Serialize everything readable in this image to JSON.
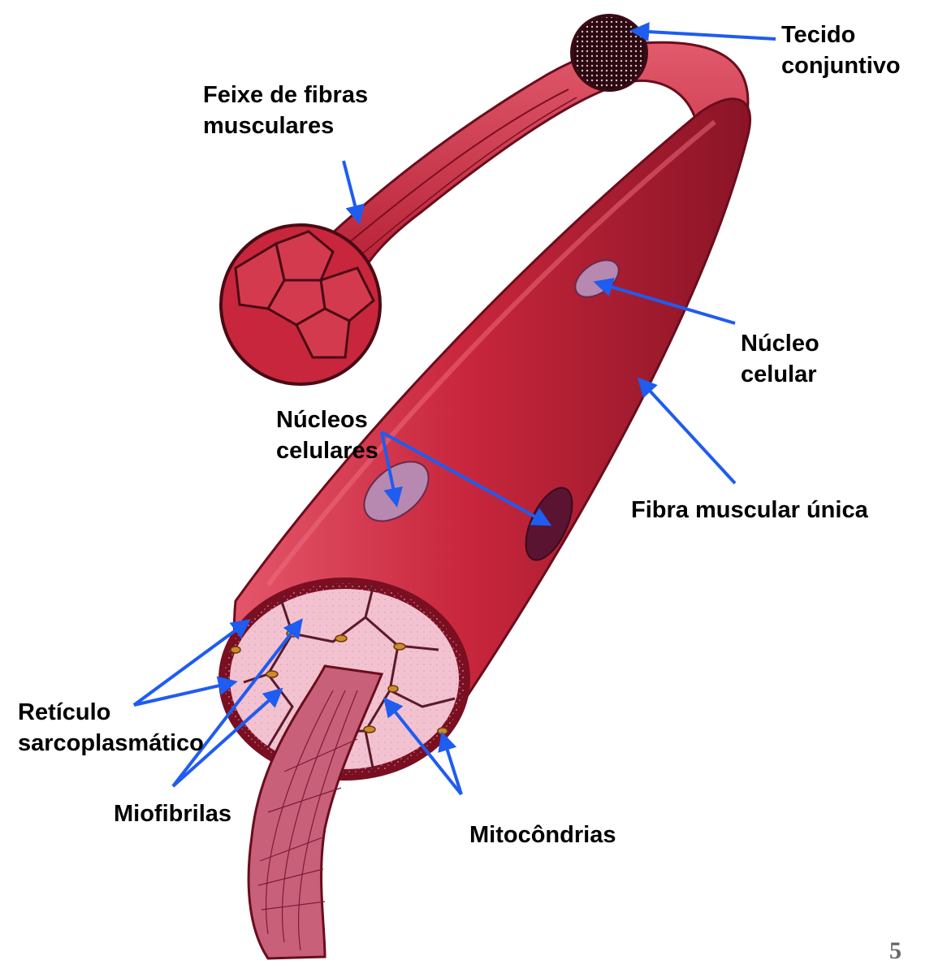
{
  "colors": {
    "muscle_red": "#c8263c",
    "muscle_dark": "#7a0f22",
    "muscle_light": "#e4566a",
    "arrow_blue": "#1f5cf0",
    "pink_fill": "#f3c2d0",
    "nucleus_purple": "#b788b0",
    "nucleus_dark": "#5a1330",
    "mitochondria_orange": "#d08a2a"
  },
  "labels": {
    "tecido": [
      "Tecido",
      "conjuntivo"
    ],
    "feixe": [
      "Feixe de fibras",
      "musculares"
    ],
    "nucleo": [
      "Núcleo",
      "celular"
    ],
    "nucleos": [
      "Núcleos",
      "celulares"
    ],
    "fibra": "Fibra muscular única",
    "reticulo": [
      "Retículo",
      "sarcoplasmático"
    ],
    "miofibrilas": "Miofibrilas",
    "mitocondrias": "Mitocôndrias"
  },
  "page_number": "5"
}
